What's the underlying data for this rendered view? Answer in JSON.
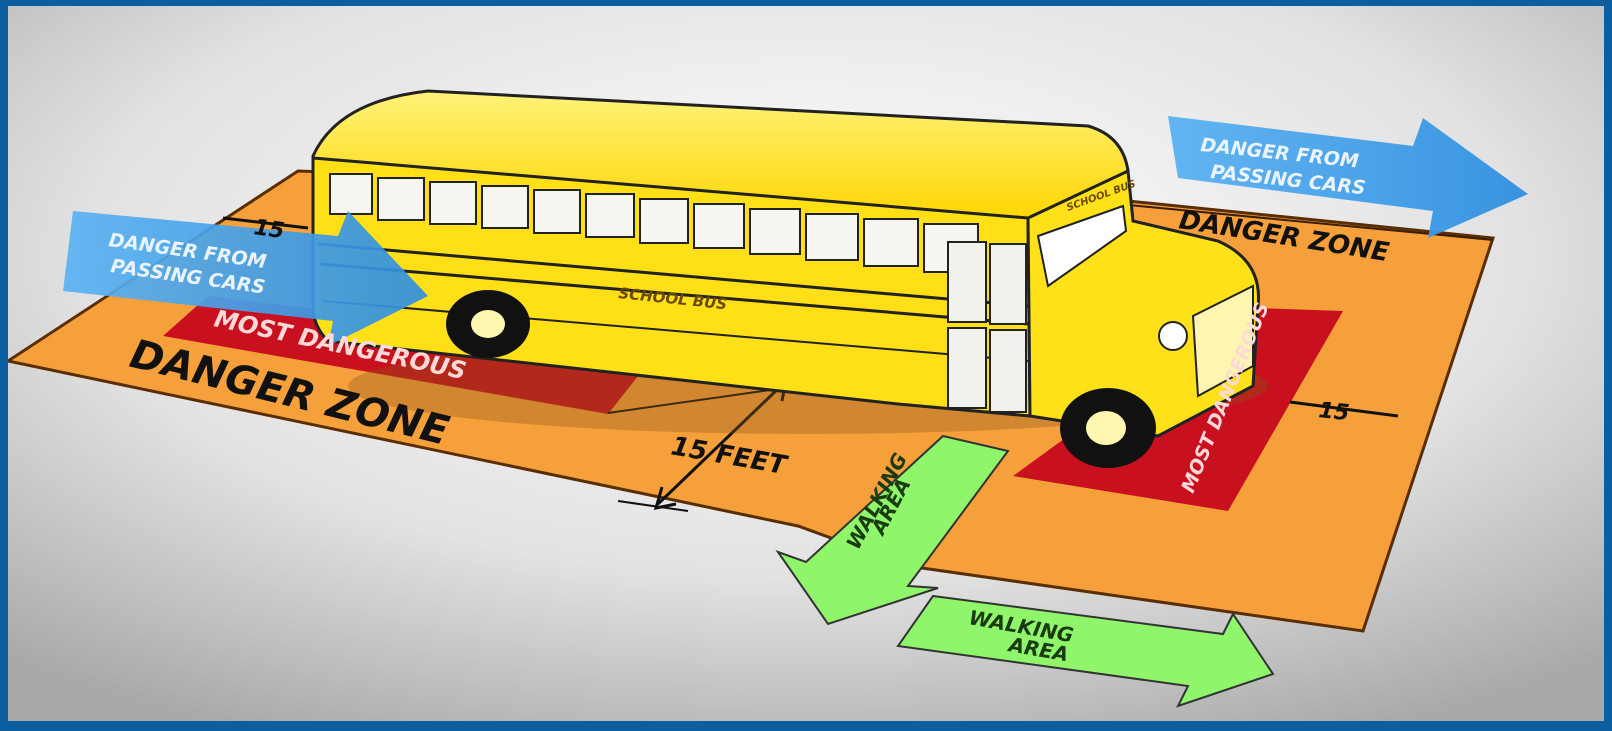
{
  "diagram": {
    "labels": {
      "danger_from_passing_cars_left_line1": "DANGER FROM",
      "danger_from_passing_cars_left_line2": "PASSING CARS",
      "danger_from_passing_cars_right_line1": "DANGER FROM",
      "danger_from_passing_cars_right_line2": "PASSING CARS",
      "danger_zone_left": "DANGER ZONE",
      "danger_zone_right": "DANGER ZONE",
      "most_dangerous_left": "MOST DANGEROUS",
      "most_dangerous_front": "MOST DANGEROUS",
      "fifteen_feet": "15 FEET",
      "fifteen_left": "15",
      "fifteen_right": "15",
      "walking_area_1_line1": "WALKING",
      "walking_area_1_line2": "AREA",
      "walking_area_2_line1": "WALKING",
      "walking_area_2_line2": "AREA",
      "bus_side_text": "SCHOOL BUS",
      "bus_front_text": "SCHOOL BUS"
    },
    "colors": {
      "frame": "#0b5fa0",
      "zone_orange": "#f6a03b",
      "most_dangerous_red": "#c8101e",
      "bus_yellow": "#ffe11a",
      "walking_green": "#8ff56a",
      "passing_cars_blue": "#3f9ee8"
    }
  }
}
